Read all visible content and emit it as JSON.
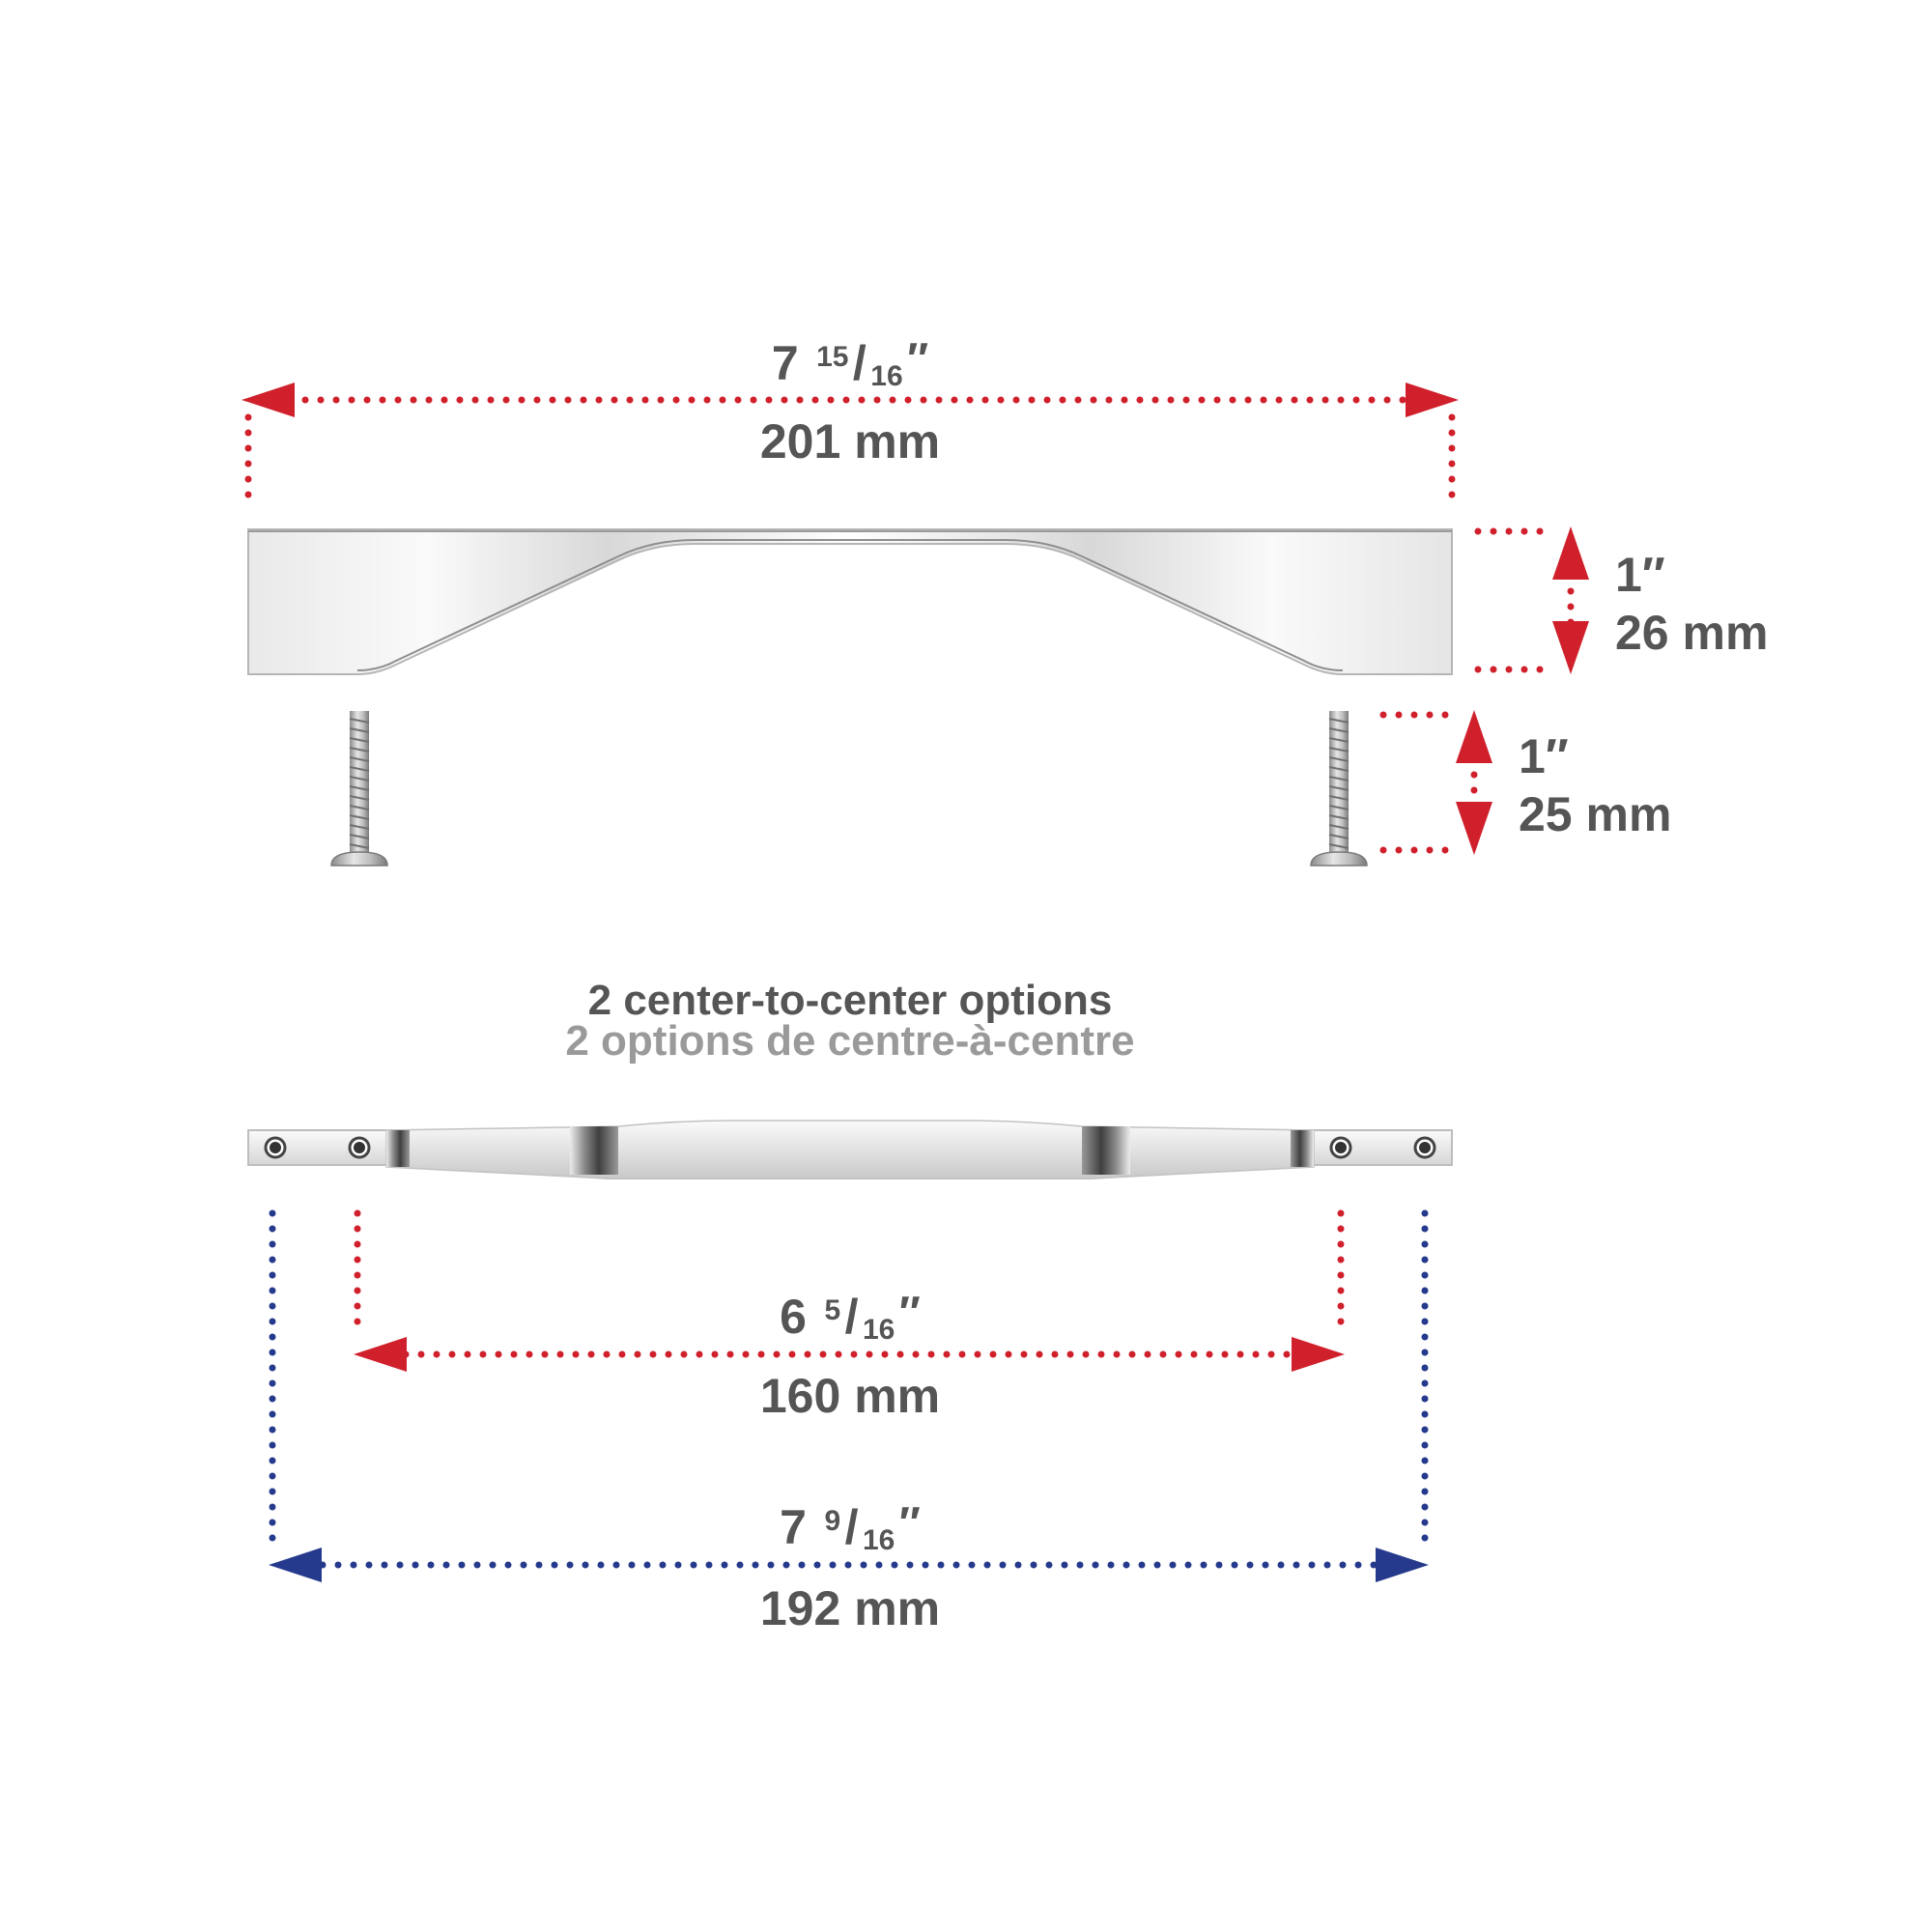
{
  "colors": {
    "red": "#d0202b",
    "blue": "#253a8c",
    "text_dark": "#555555",
    "text_light": "#9a9a9a",
    "metal_light": "#f1f1f1",
    "metal_mid": "#cfcfcf",
    "metal_dark": "#6f6f6f"
  },
  "dimensions": {
    "overall_length": {
      "whole": "7",
      "num": "15",
      "den": "16",
      "inch": "″",
      "mm": "201 mm"
    },
    "height": {
      "imperial": "1″",
      "mm": "26 mm"
    },
    "screw_length": {
      "imperial": "1″",
      "mm": "25 mm"
    },
    "cc_small": {
      "whole": "6",
      "num": "5",
      "den": "16",
      "inch": "″",
      "mm": "160 mm"
    },
    "cc_large": {
      "whole": "7",
      "num": "9",
      "den": "16",
      "inch": "″",
      "mm": "192 mm"
    }
  },
  "heading": {
    "english": "2 center-to-center options",
    "french": "2 options de centre-à-centre"
  },
  "icons": {
    "handle_side": "handle-side-view",
    "handle_top": "handle-top-view",
    "screw": "screw-icon"
  }
}
